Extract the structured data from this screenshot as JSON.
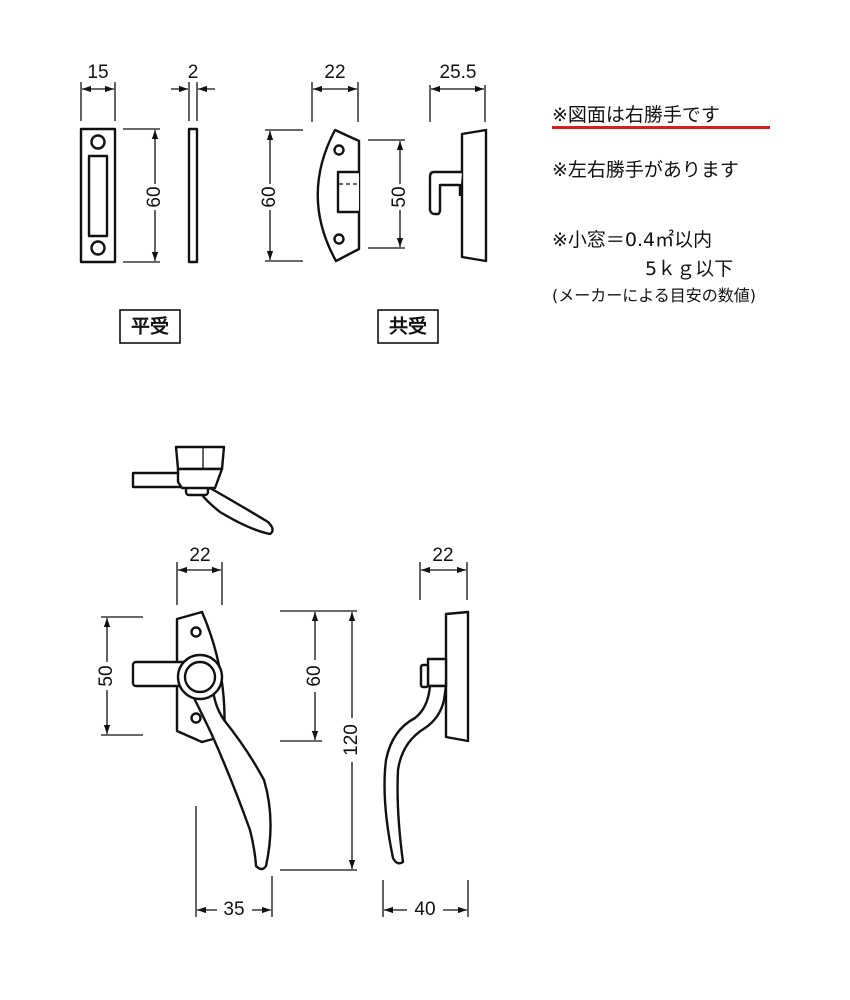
{
  "notes": {
    "right_hand": "※図面は右勝手です",
    "left_right": "※左右勝手があります",
    "small_window": "※小窓＝0.4㎡以内",
    "weight": "5ｋｇ以下",
    "maker_note": "(メーカーによる目安の数値)",
    "underline_color": "#d81e1e"
  },
  "receivers": {
    "flat": {
      "label": "平受",
      "width": "15",
      "thickness": "2",
      "height": "60"
    },
    "common": {
      "label": "共受",
      "width": "22",
      "depth": "25.5",
      "height": "60",
      "hole_pitch": "50"
    }
  },
  "handle": {
    "front": {
      "width": "22",
      "hole_pitch": "50",
      "plate_height": "60",
      "total_height": "120",
      "tip_offset": "35"
    },
    "side": {
      "width": "22",
      "projection": "40"
    }
  }
}
